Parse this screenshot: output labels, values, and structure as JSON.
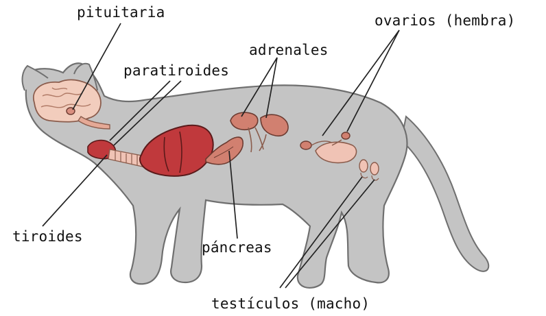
{
  "labels": {
    "pituitaria": "pituitaria",
    "ovarios": "ovarios (hembra)",
    "adrenales": "adrenales",
    "paratiroides": "paratiroides",
    "tiroides": "tiroides",
    "pancreas": "páncreas",
    "testiculos": "testículos (macho)"
  },
  "colors": {
    "body": "#c4c4c4",
    "outline": "#6f6f6f",
    "brain": "#f2cdbd",
    "organ_red": "#c0393c",
    "organ_pink": "#e9a698",
    "leader": "#222222"
  }
}
